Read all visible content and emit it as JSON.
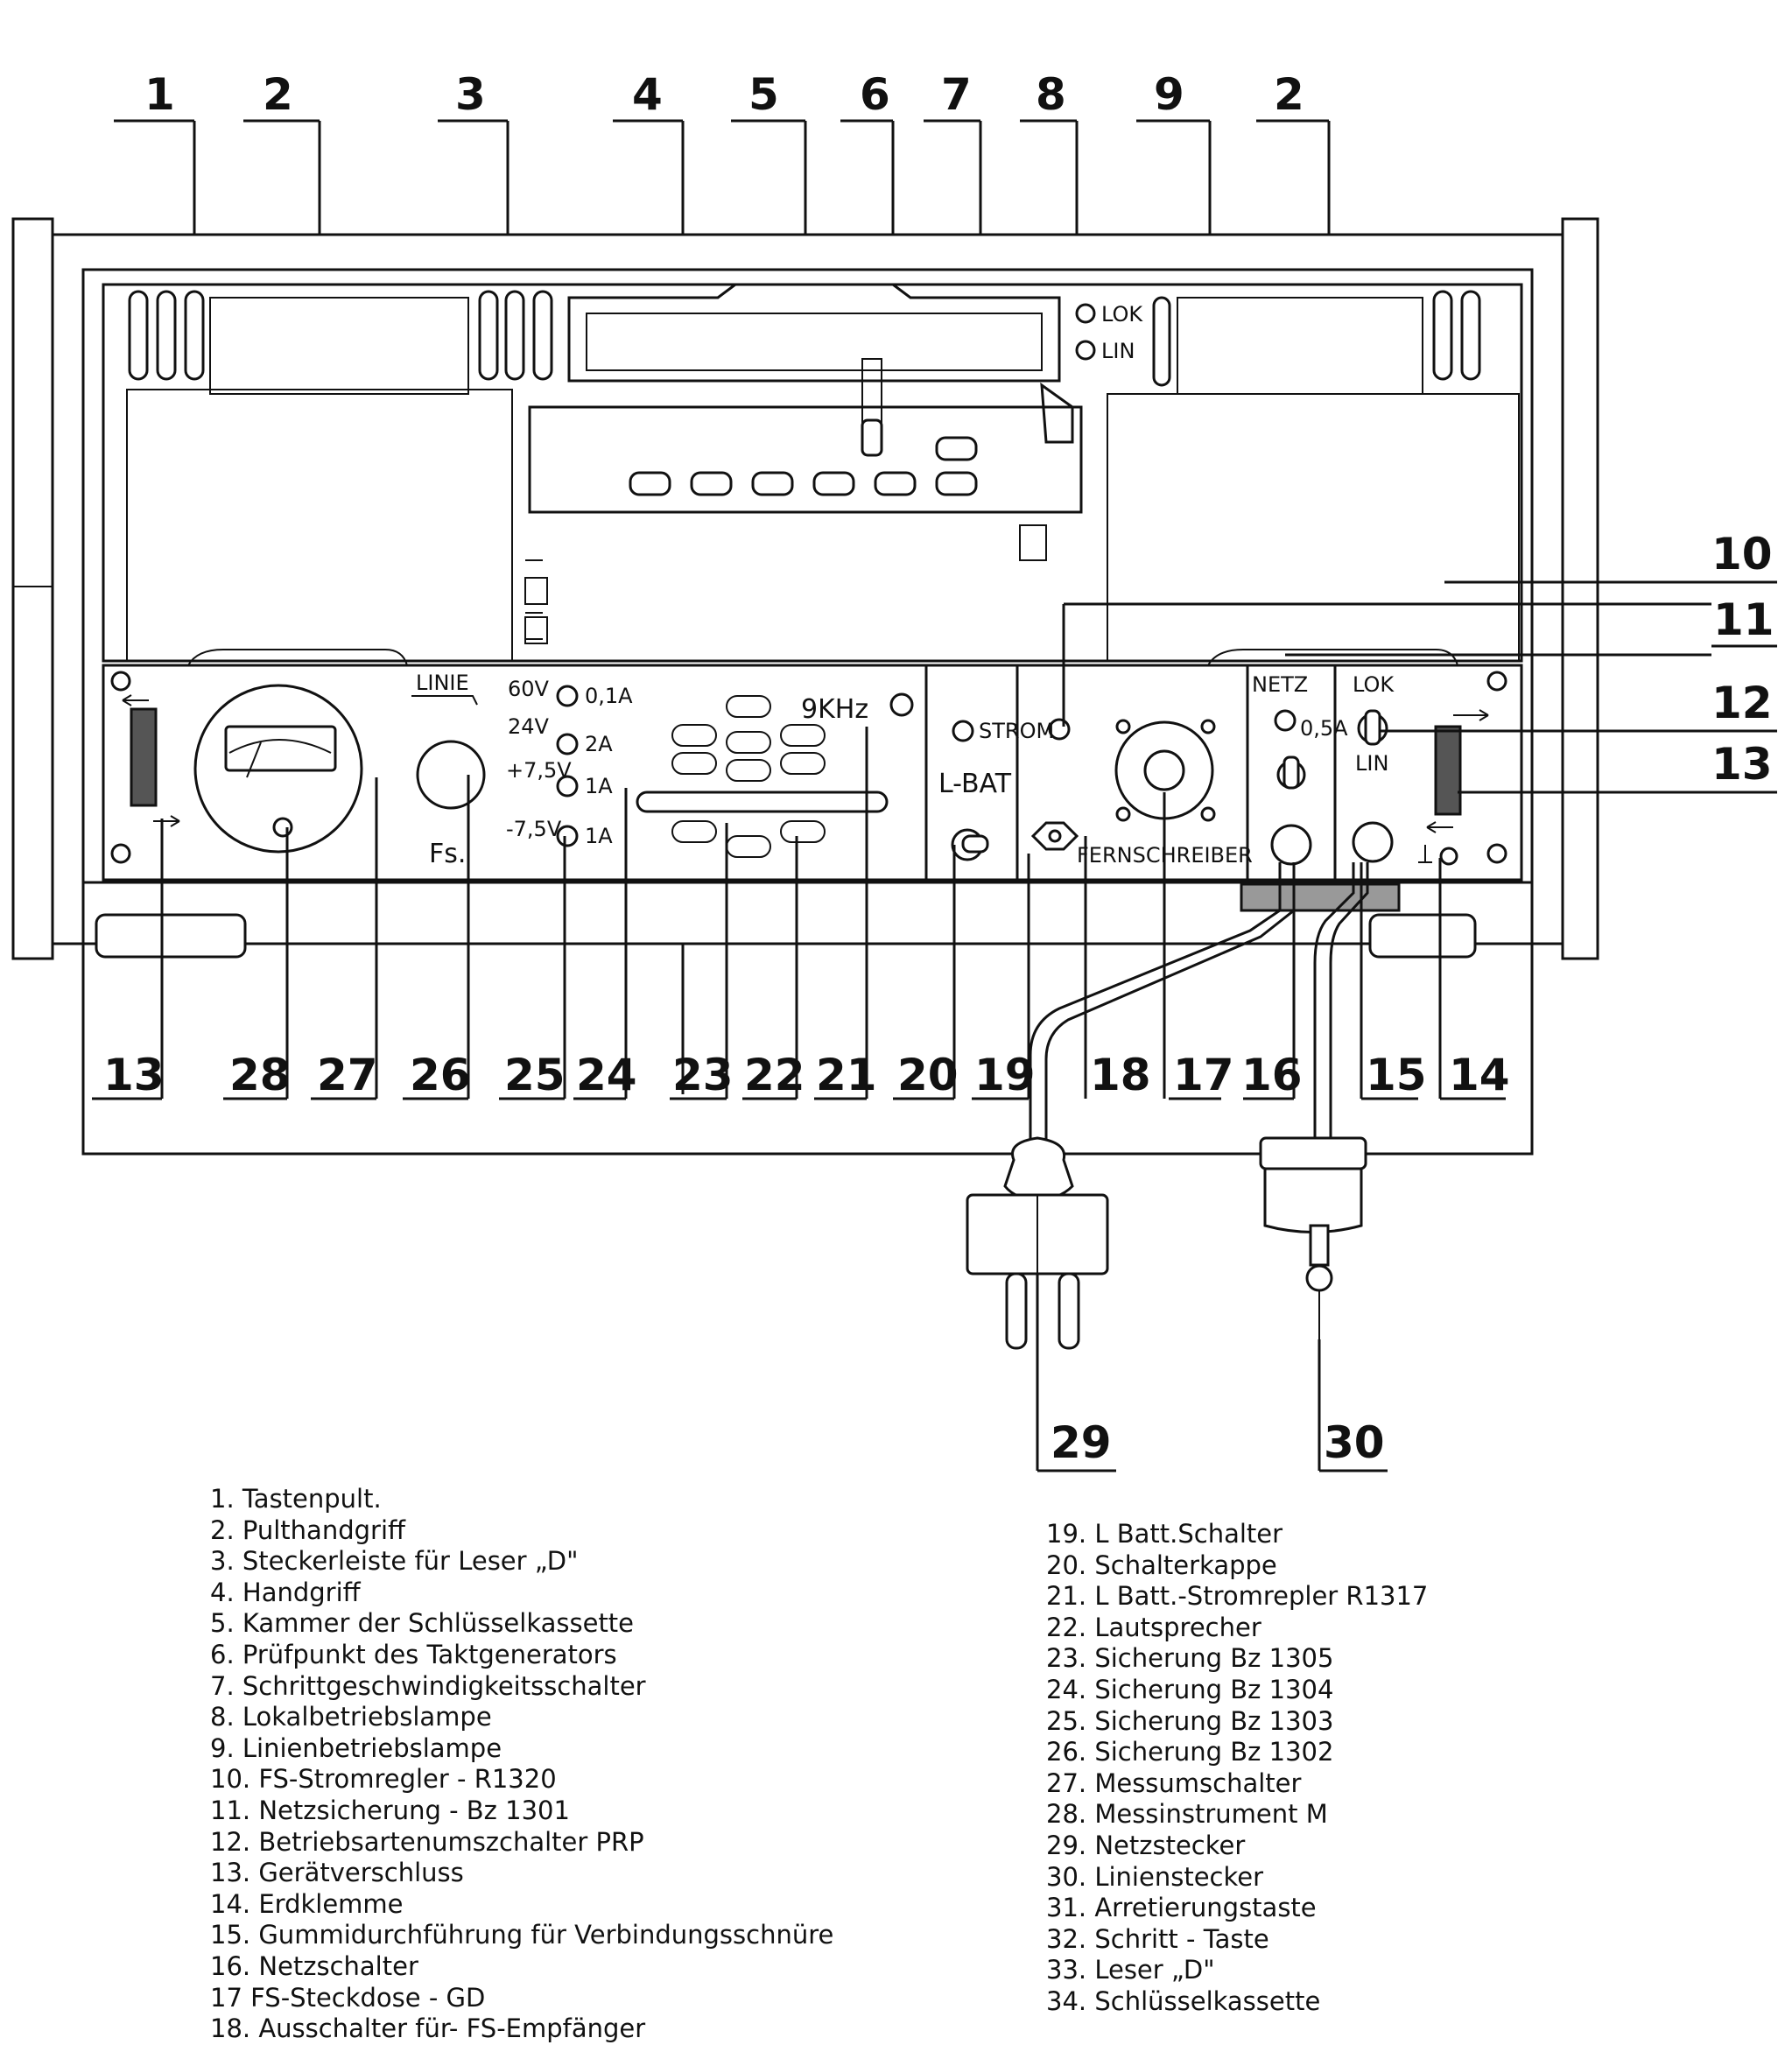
{
  "callouts_top": [
    "1",
    "2",
    "3",
    "4",
    "5",
    "6",
    "7",
    "8",
    "9",
    "2"
  ],
  "callouts_bottom": [
    "13",
    "28",
    "27",
    "26",
    "25",
    "24",
    "23",
    "22",
    "21",
    "20",
    "19",
    "18",
    "17",
    "16",
    "15",
    "14"
  ],
  "callouts_right": [
    "10",
    "11",
    "12",
    "13"
  ],
  "callouts_plugs": [
    "29",
    "30"
  ],
  "panel_labels": {
    "lok": "LOK",
    "lin": "LIN",
    "linie": "LINIE",
    "v60": "60V",
    "v24": "24V",
    "vp75": "+7,5V",
    "vm75": "-7,5V",
    "a01": "0,1A",
    "a2": "2A",
    "a1a": "1A",
    "a1b": "1A",
    "khz": "9KHz",
    "strom": "STROM",
    "lbat": "L-BAT",
    "fs": "Fs.",
    "fernschreiber": "FERNSCHREIBER",
    "netz": "NETZ",
    "a05": "0,5A",
    "lok2": "LOK",
    "lin2": "LIN"
  },
  "legend_left": [
    "1. Tastenpult.",
    "2. Pulthandgriff",
    "3. Steckerleiste für Leser „D\"",
    "4. Handgriff",
    "5. Kammer der Schlüsselkassette",
    "6. Prüfpunkt des Taktgenerators",
    "7. Schrittgeschwindigkeitsschalter",
    "8. Lokalbetriebslampe",
    "9. Linienbetriebslampe",
    "10. FS-Stromregler - R1320",
    "11. Netzsicherung - Bz 1301",
    "12. Betriebsartenumszchalter PRP",
    "13. Gerätverschluss",
    "14. Erdklemme",
    "15. Gummidurchführung für Verbindungsschnüre",
    "16. Netzschalter",
    "17 FS-Steckdose - GD",
    "18. Ausschalter für- FS-Empfänger"
  ],
  "legend_right": [
    "19. L Batt.Schalter",
    "20. Schalterkappe",
    "21. L Batt.-Stromrepler R1317",
    "22. Lautsprecher",
    "23. Sicherung Bz 1305",
    "24. Sicherung Bz 1304",
    "25. Sicherung Bz 1303",
    "26. Sicherung Bz 1302",
    "27. Messumschalter",
    "28. Messinstrument M",
    "29. Netzstecker",
    "30. Linienstecker",
    "31. Arretierungstaste",
    "32. Schritt - Taste",
    "33. Leser „D\"",
    "34. Schlüsselkassette"
  ]
}
